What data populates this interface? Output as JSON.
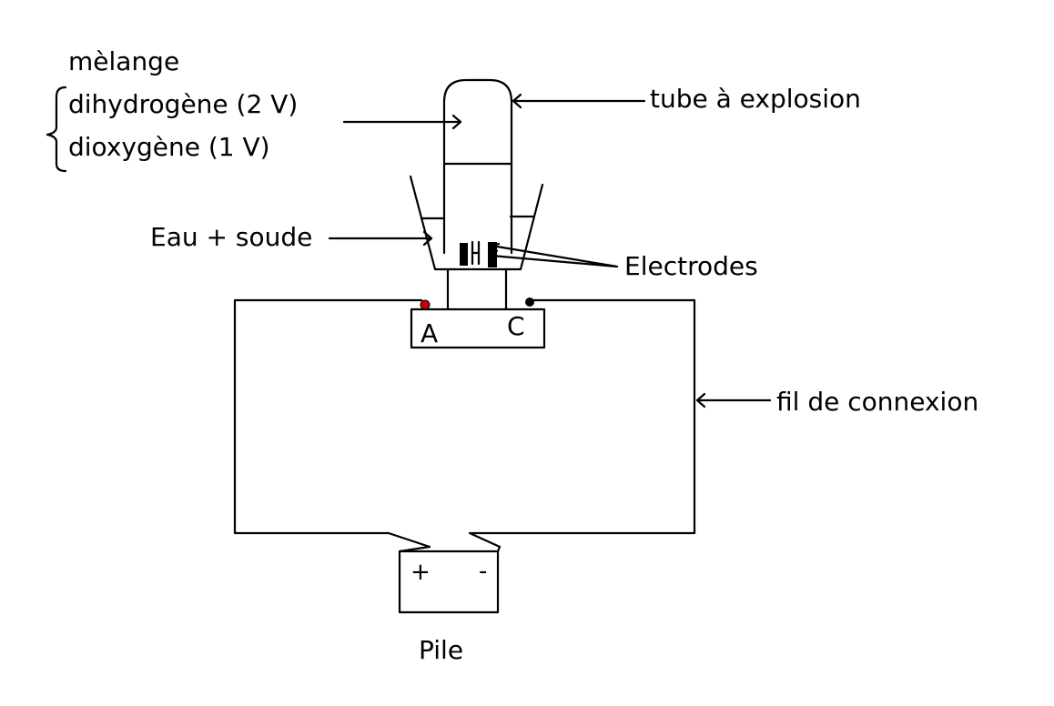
{
  "labels": {
    "melange": "mèlange",
    "dihydrogene": "dihydrogène (2 V)",
    "dioxygene": "dioxygène (1 V)",
    "tube": "tube à explosion",
    "eau_soude": "Eau + soude",
    "electrodes": "Electrodes",
    "anode": "A",
    "cathode": "C",
    "fil": "fil de connexion",
    "pile": "Pile",
    "pile_plus": "+",
    "pile_minus": "-"
  },
  "colors": {
    "background": "#ffffff",
    "ink": "#000000",
    "anode_terminal": "#cc0000",
    "cathode_terminal": "#000000"
  }
}
